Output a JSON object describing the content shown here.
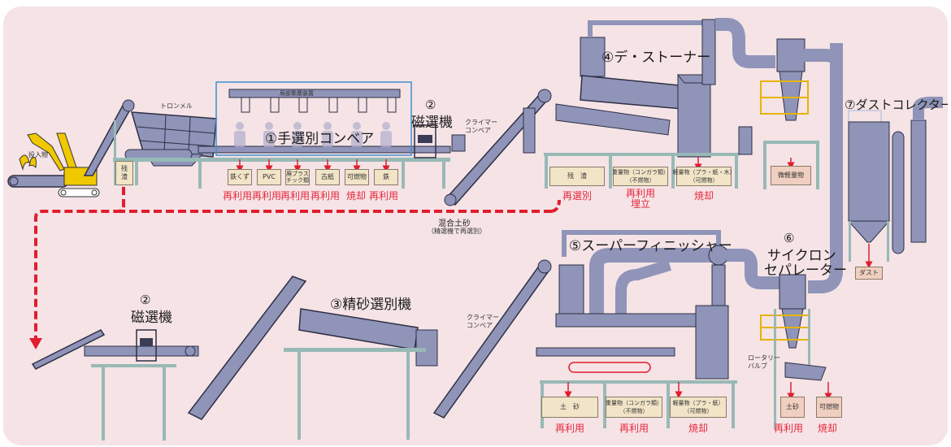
{
  "colors": {
    "background": "#f5e3e6",
    "machine": "#8f94b8",
    "machine_dark": "#3a3c55",
    "frame": "#98b9b6",
    "excavator": "#f0c800",
    "flow_arrow": "#e01e2e",
    "bin": "#f1e4c7",
    "bin_pink": "#f0cfc0",
    "rail": "#e6b400",
    "sorting_zone_border": "#3f8fd0"
  },
  "labels": {
    "input_material": "投入物",
    "trommel": "トロンメル",
    "dust_hood": "局部集塵装置",
    "hand_sorting": "①手選別コンベア",
    "magnet_num": "②",
    "magnet": "磁選機",
    "climber_conveyor": "クライマー\nコンベア",
    "destoner": "④デ・ストーナー",
    "dust_collector": "⑦ダストコレクター",
    "cyclone_num": "⑥",
    "cyclone_line1": "サイクロン",
    "cyclone_line2": "セパレーター",
    "super_finisher": "⑤スーパーフィニッシャー",
    "fine_sand": "③精砂選別機",
    "mixed_soil": "混合土砂",
    "mixed_soil_note": "（精選機で再選別）",
    "rotary_valve": "ロータリー\nバルブ"
  },
  "residue_bin": "残\n渣",
  "hand_sorting_bins": [
    {
      "label": "鉄くず",
      "use": "再利用"
    },
    {
      "label": "PVC",
      "use": "再利用"
    },
    {
      "label": "廃プラス\nチック類",
      "use": "再利用"
    },
    {
      "label": "古紙",
      "use": "再利用"
    },
    {
      "label": "可燃物",
      "use": "焼却"
    },
    {
      "label": "鉄",
      "use": "再利用"
    }
  ],
  "destoner_bins": [
    {
      "label": "残　渣",
      "use": "再選別"
    },
    {
      "label": "重量物（コンガラ類）\n（不燃物）",
      "use": "再利用\n埋立"
    },
    {
      "label": "軽量物（プラ・紙・木）\n（可燃物）",
      "use": "焼却"
    }
  ],
  "micro_light_bin": "微軽量物",
  "dust_bin": "ダスト",
  "finisher_bins": [
    {
      "label": "土　砂",
      "use": "再利用"
    },
    {
      "label": "重量物（コンガラ類）\n（不燃物）",
      "use": "再利用"
    },
    {
      "label": "軽量物（プラ・紙）\n（可燃物）",
      "use": "焼却"
    }
  ],
  "cyclone_bins": [
    {
      "label": "土砂",
      "use": "再利用"
    },
    {
      "label": "可燃物",
      "use": "焼却"
    }
  ]
}
